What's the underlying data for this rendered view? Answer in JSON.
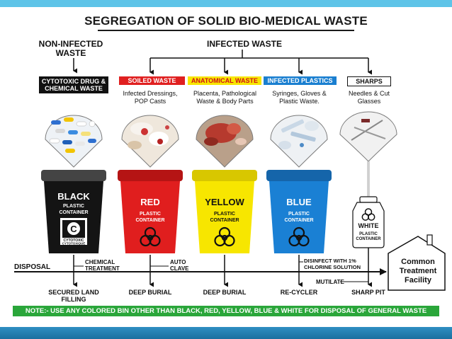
{
  "title": "SEGREGATION OF SOLID BIO-MEDICAL WASTE",
  "non_infected": "NON-INFECTED WASTE",
  "infected": "INFECTED WASTE",
  "categories": [
    {
      "label": "CYTOTOXIC DRUG & CHEMICAL WASTE",
      "desc": "",
      "label_bg": "#111111",
      "label_fg": "#ffffff"
    },
    {
      "label": "SOILED WASTE",
      "desc": "Infected Dressings, POP Casts",
      "label_bg": "#e02020",
      "label_fg": "#ffffff"
    },
    {
      "label": "ANATOMICAL WASTE",
      "desc": "Placenta, Pathological Waste & Body Parts",
      "label_bg": "#f7e600",
      "label_fg": "#d0101a"
    },
    {
      "label": "INFECTED PLASTICS",
      "desc": "Syringes, Gloves & Plastic Waste.",
      "label_bg": "#1a7fd0",
      "label_fg": "#ffffff"
    },
    {
      "label": "SHARPS",
      "desc": "Needles & Cut Glasses",
      "label_bg": "#ffffff",
      "label_fg": "#111111"
    }
  ],
  "bins": [
    {
      "name": "BLACK",
      "sub1": "PLASTIC",
      "sub2": "CONTAINER",
      "color": "#141414",
      "lid": "#444444",
      "mark": "C",
      "mark_caption1": "CYTOTOXIC",
      "mark_caption2": "CYTOTOXIQUE"
    },
    {
      "name": "RED",
      "sub1": "PLASTIC",
      "sub2": "CONTAINER",
      "color": "#e01e1e",
      "lid": "#b51414"
    },
    {
      "name": "YELLOW",
      "sub1": "PLASTIC",
      "sub2": "CONTAINER",
      "color": "#f7e600",
      "lid": "#d8c700"
    },
    {
      "name": "BLUE",
      "sub1": "PLASTIC",
      "sub2": "CONTAINER",
      "color": "#1a80d4",
      "lid": "#1565aa"
    },
    {
      "name": "WHITE",
      "sub1": "PLASTIC",
      "sub2": "CONTAINER",
      "color": "#ffffff",
      "lid": "#ffffff"
    }
  ],
  "disposal": "DISPOSAL",
  "treatments": {
    "chemical": "CHEMICAL TREATMENT",
    "autoclave": "AUTO CLAVE",
    "disinfect": "DISINFECT WITH 1% CHLORINE SOLUTION",
    "mutilate": "MUTILATE"
  },
  "outcomes": [
    "SECURED LAND FILLING",
    "DEEP BURIAL",
    "DEEP BURIAL",
    "RE-CYCLER",
    "SHARP PIT"
  ],
  "facility": "Common Treatment Facility",
  "note": "NOTE:- USE ANY COLORED BIN OTHER THAN BLACK, RED, YELLOW, BLUE & WHITE FOR DISPOSAL OF GENERAL WASTE",
  "colors": {
    "accent_top": "#5ec4e8",
    "bottom_bar": "#1b6f9f",
    "note_bg": "#2aa63a"
  }
}
